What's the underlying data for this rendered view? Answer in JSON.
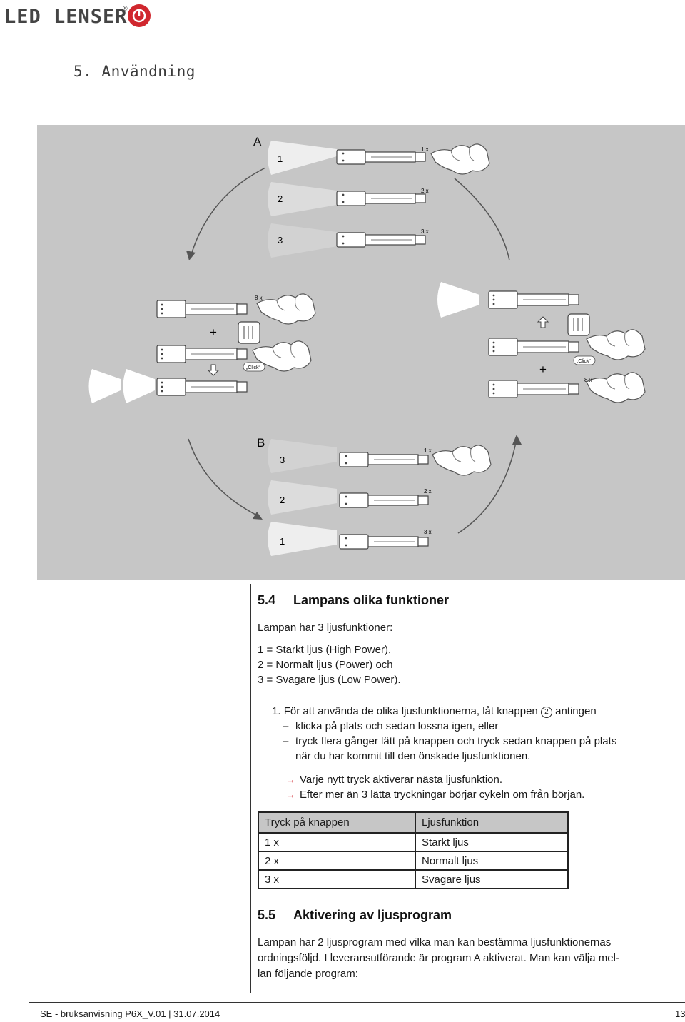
{
  "brand": {
    "logo_text": "LED LENSER",
    "registered": "®",
    "accent_color": "#d0272e"
  },
  "chapter_title": "5. Användning",
  "figure": {
    "background_color": "#c6c6c6",
    "program_a_label": "A",
    "program_b_label": "B",
    "plus_sign": "+",
    "click_label": "„Click“",
    "press_labels": {
      "one": "1 x",
      "two": "2 x",
      "three": "3 x",
      "eight": "8 x"
    },
    "mode_numbers": {
      "one": "1",
      "two": "2",
      "three": "3"
    }
  },
  "section_4": {
    "number": "5.4",
    "title": "Lampans olika funktioner",
    "intro": "Lampan har 3 ljusfunktioner:",
    "modes": [
      "1 = Starkt ljus (High Power),",
      "2 = Normalt ljus (Power) och",
      "3 = Svagare ljus (Low Power)."
    ],
    "step_number": "1.",
    "step_text_before": "För att använda de olika ljusfunktionerna, låt knappen",
    "step_circled": "2",
    "step_text_after": "antingen",
    "dash": "–",
    "options": [
      "klicka på plats och sedan lossna igen, eller",
      "tryck flera gånger lätt på knappen och tryck sedan knappen på plats",
      "när du har kommit till den önskade ljusfunktionen."
    ],
    "arrow": "→",
    "notes": [
      "Varje nytt tryck aktiverar nästa ljusfunktion.",
      "Efter mer än 3 lätta tryckningar börjar cykeln om från början."
    ]
  },
  "table": {
    "headers": [
      "Tryck på knappen",
      "Ljusfunktion"
    ],
    "rows": [
      [
        "1 x",
        "Starkt ljus"
      ],
      [
        "2 x",
        "Normalt ljus"
      ],
      [
        "3 x",
        "Svagare ljus"
      ]
    ]
  },
  "section_5": {
    "number": "5.5",
    "title": "Aktivering av ljusprogram",
    "lines": [
      "Lampan har 2 ljusprogram med vilka man kan bestämma ljusfunktionernas",
      "ordningsföljd. I leveransutförande är program A aktiverat. Man kan välja mel-",
      "lan följande program:"
    ]
  },
  "footer": {
    "text": "SE - bruksanvisning P6X_V.01 | 31.07.2014",
    "page": "13"
  }
}
